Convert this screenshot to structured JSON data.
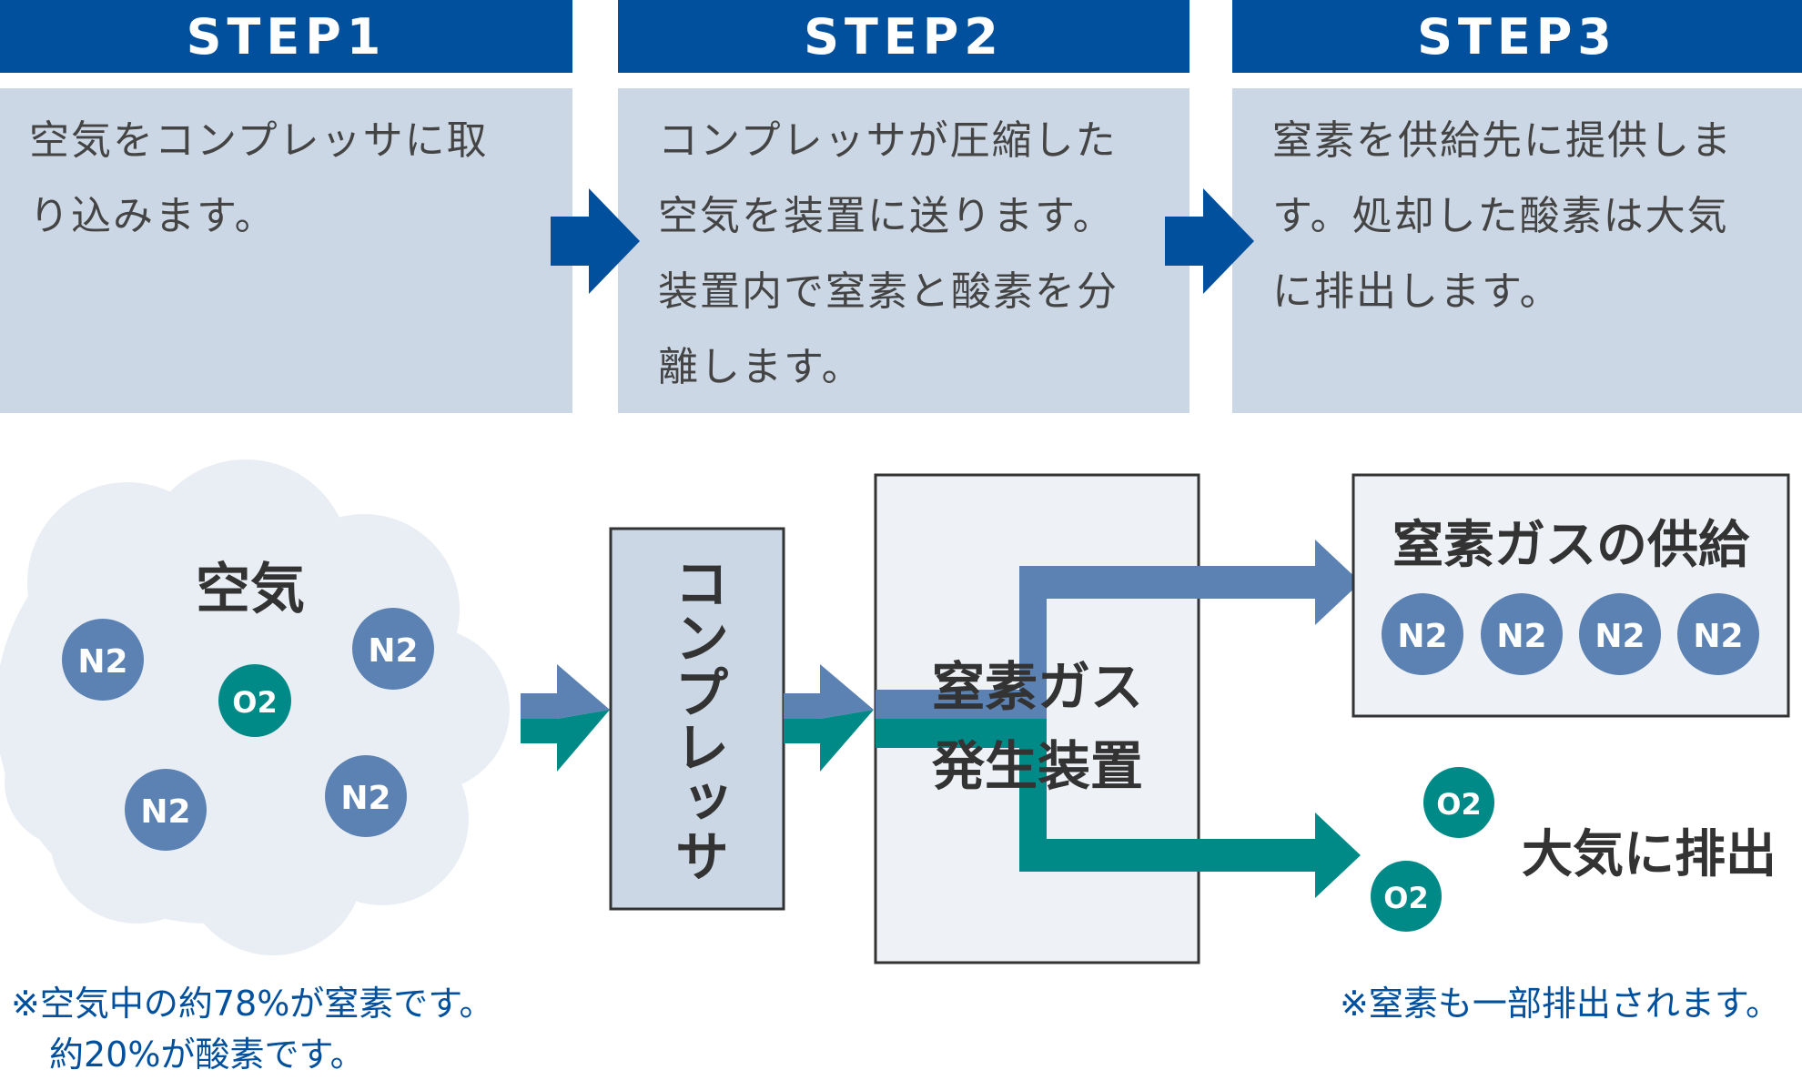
{
  "colors": {
    "header_bg": "#00509e",
    "step_bg": "#cbd7e4",
    "n2": "#5b82b3",
    "o2": "#008a87",
    "cloud": "#e9eef4",
    "note_text": "#00509e",
    "dark_text": "#333333"
  },
  "steps": [
    {
      "title": "STEP1",
      "lines": [
        "空気をコンプレッサに取",
        "り込みます。"
      ]
    },
    {
      "title": "STEP2",
      "lines": [
        "コンプレッサが圧縮した",
        "空気を装置に送ります。",
        "装置内で窒素と酸素を分",
        "離します。"
      ]
    },
    {
      "title": "STEP3",
      "lines": [
        "窒素を供給先に提供しま",
        "す。処却した酸素は大気",
        "に排出します。"
      ]
    }
  ],
  "step_arrow_icon": "right-arrow-icon",
  "air": {
    "label": "空気",
    "molecules": [
      "N2",
      "O2",
      "N2",
      "N2",
      "N2"
    ]
  },
  "compressor": {
    "label": "コンプレッサ"
  },
  "generator": {
    "line1": "窒素ガス",
    "line2": "発生装置"
  },
  "supply": {
    "label": "窒素ガスの供給",
    "molecules": [
      "N2",
      "N2",
      "N2",
      "N2"
    ]
  },
  "exhaust": {
    "label": "大気に排出",
    "molecules": [
      "O2",
      "O2"
    ]
  },
  "notes": {
    "left": [
      "※空気中の約78%が窒素です。",
      "約20%が酸素です。"
    ],
    "right": "※窒素も一部排出されます。"
  }
}
